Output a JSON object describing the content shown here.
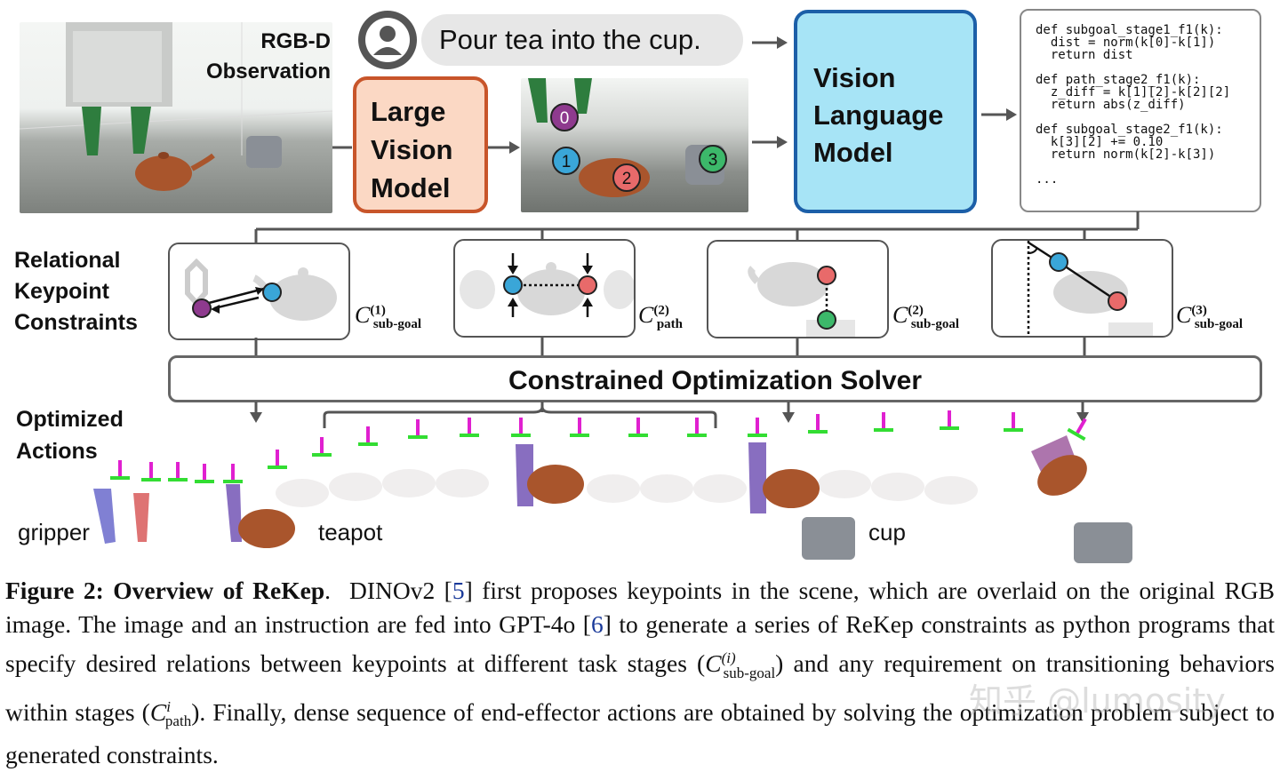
{
  "figure": {
    "rgbd_label": "RGB-D Observation",
    "instruction": "Pour tea into the cup.",
    "lvm_label": "Large Vision Model",
    "vlm_label": "Vision Language Model",
    "keypoints": [
      {
        "id": "0",
        "color": "#8e3a8e"
      },
      {
        "id": "1",
        "color": "#3aa6d8"
      },
      {
        "id": "2",
        "color": "#e86a6a"
      },
      {
        "id": "3",
        "color": "#3cb86a"
      }
    ],
    "code_lines": [
      "def subgoal_stage1_f1(k):",
      "  dist = norm(k[0]-k[1])",
      "  return dist",
      "",
      "def path_stage2_f1(k):",
      "  z_diff = k[1][2]-k[2][2]",
      "  return abs(z_diff)",
      "",
      "def subgoal_stage2_f1(k):",
      "  k[3][2] += 0.10",
      "  return norm(k[2]-k[3])",
      "",
      "..."
    ],
    "rkc_label": "Relational Keypoint Constraints",
    "constraints": [
      {
        "symbol": "C",
        "sup": "(1)",
        "sub": "sub-goal"
      },
      {
        "symbol": "C",
        "sup": "(2)",
        "sub": "path"
      },
      {
        "symbol": "C",
        "sup": "(2)",
        "sub": "sub-goal"
      },
      {
        "symbol": "C",
        "sup": "(3)",
        "sub": "sub-goal"
      }
    ],
    "solver_label": "Constrained Optimization Solver",
    "actions_label": "Optimized Actions",
    "object_labels": {
      "gripper": "gripper",
      "teapot": "teapot",
      "cup": "cup"
    },
    "colors": {
      "border": "#555555",
      "lvm_fill": "#fbd8c4",
      "lvm_border": "#c8552a",
      "vlm_fill": "#a7e4f6",
      "vlm_border": "#1c5fa8",
      "bubble": "#e7e7e7",
      "ee_magenta": "#e020d0",
      "ee_green": "#33dd33",
      "teapot": "#a9552c"
    }
  },
  "caption": {
    "figure_label": "Figure 2:",
    "figure_title": "Overview of ReKep",
    "sentence1_a": "DINOv2 [",
    "cite5": "5",
    "sentence1_b": "] first proposes keypoints in the scene, which are overlaid on the original RGB image. The image and an instruction are fed into GPT-4o [",
    "cite6": "6",
    "sentence2_b": "] to generate a series of ReKep constraints as python programs that specify desired relations between keypoints at different task stages (",
    "math1": "C",
    "math1_sup": "(i)",
    "math1_sub": "sub-goal",
    "sentence3": ") and any requirement on transitioning behaviors within stages (",
    "math2": "C",
    "math2_sup": "i",
    "math2_sub": "path",
    "sentence4": "). Finally, dense sequence of end-effector actions are obtained by solving the optimization problem subject to generated constraints."
  },
  "watermark": "知乎 @lumosity"
}
